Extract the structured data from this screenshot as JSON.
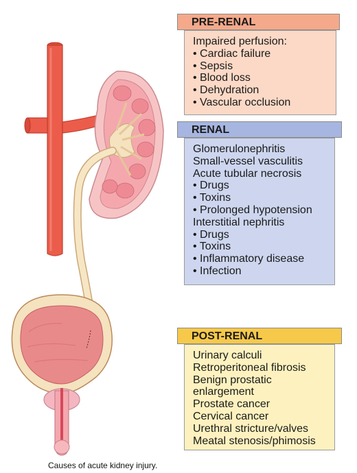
{
  "colors": {
    "prerenal_header": "#f4a98a",
    "prerenal_box": "#fbd9c6",
    "renal_header": "#a6b6e0",
    "renal_box": "#cdd6ee",
    "postrenal_header": "#f6c94a",
    "postrenal_box": "#fdf2bf",
    "artery": "#ec5c4a",
    "kidney": "#f4a8ae",
    "ureter": "#f7e6c4",
    "bladder": "#e98a8a"
  },
  "prerenal": {
    "title": "PRE-RENAL",
    "lines": [
      "Impaired perfusion:",
      "• Cardiac failure",
      "• Sepsis",
      "• Blood loss",
      "• Dehydration",
      "• Vascular occlusion"
    ]
  },
  "renal": {
    "title": "RENAL",
    "lines": [
      "Glomerulonephritis",
      "Small-vessel vasculitis",
      "Acute tubular necrosis",
      "• Drugs",
      "• Toxins",
      "• Prolonged hypotension",
      "Interstitial nephritis",
      "• Drugs",
      "• Toxins",
      "• Inflammatory disease",
      "• Infection"
    ]
  },
  "postrenal": {
    "title": "POST-RENAL",
    "lines": [
      "Urinary calculi",
      "Retroperitoneal fibrosis",
      "Benign prostatic",
      "enlargement",
      "Prostate cancer",
      "Cervical cancer",
      "Urethral stricture/valves",
      "Meatal stenosis/phimosis"
    ]
  },
  "caption": "Causes of acute kidney injury."
}
